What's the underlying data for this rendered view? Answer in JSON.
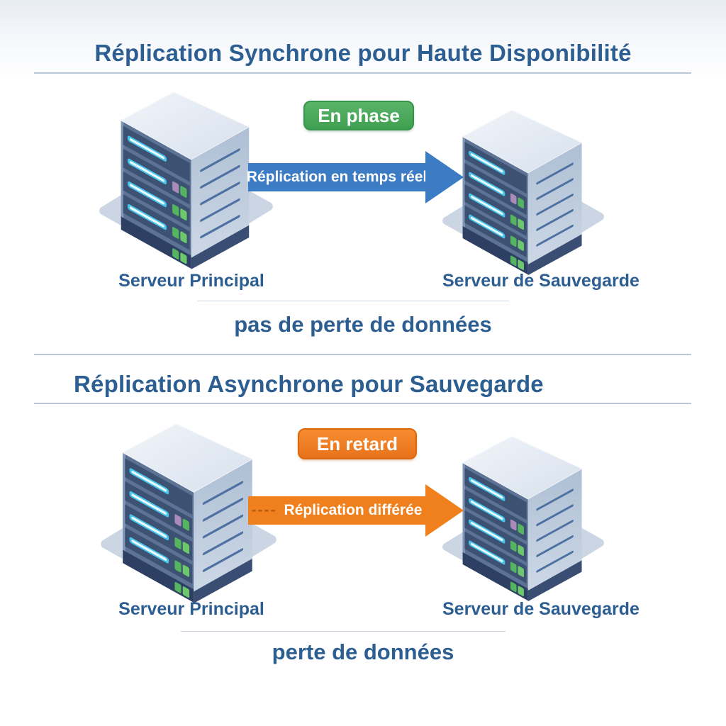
{
  "section1": {
    "title": "Réplication Synchrone pour Haute Disponibilité",
    "status_badge": "En phase",
    "arrow_label": "Réplication en temps réel",
    "left_server_label": "Serveur Principal",
    "right_server_label": "Serveur de Sauvegarde",
    "note": "pas de perte de données"
  },
  "section2": {
    "title": "Réplication Asynchrone pour Sauvegarde",
    "status_badge": "En retard",
    "arrow_dash_prefix": "----",
    "arrow_label": "Réplication différée",
    "left_server_label": "Serveur Principal",
    "right_server_label": "Serveur de Sauvegarde",
    "note": "perte de données"
  },
  "colors": {
    "heading_blue": "#2d5e92",
    "sync_badge_green": "#3f9f50",
    "async_badge_orange": "#f0801e",
    "sync_arrow_blue": "#3b7cc4",
    "async_arrow_orange": "#f0801e",
    "divider_gray_blue": "#bac7d6",
    "server_front_navy": "#3d5273",
    "server_led_cyan": "#49c3ec"
  }
}
